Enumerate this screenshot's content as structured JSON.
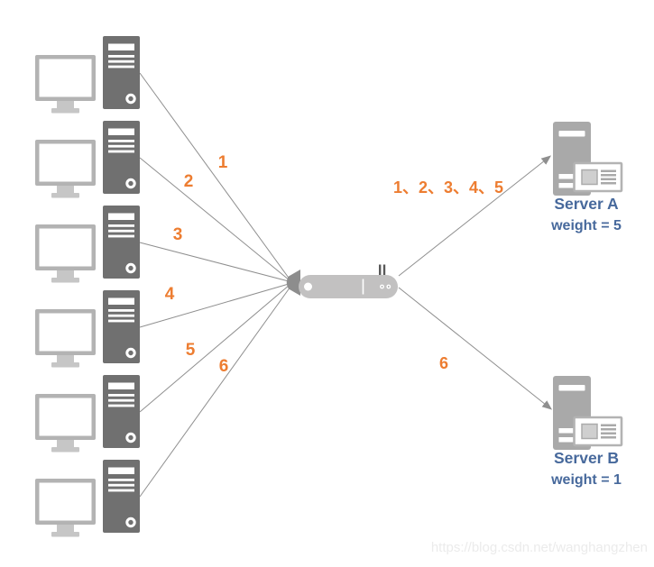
{
  "connections": [
    {
      "label": "1"
    },
    {
      "label": "2"
    },
    {
      "label": "3"
    },
    {
      "label": "4"
    },
    {
      "label": "5"
    },
    {
      "label": "6"
    }
  ],
  "flows": {
    "to_server_a_label": "1、2、3、4、5",
    "to_server_b_label": "6"
  },
  "servers": [
    {
      "name": "Server A",
      "weight": "weight = 5"
    },
    {
      "name": "Server B",
      "weight": "weight = 1"
    }
  ],
  "icons": {
    "client": "client-workstation-icon",
    "router": "router-icon",
    "server": "server-icon"
  },
  "watermark": "https://blog.csdn.net/wanghangzhen",
  "colors": {
    "connection_label": "#ED7D31",
    "server_label": "#47699c",
    "line": "#8f8f8f",
    "client_tower": "#707070",
    "router_body": "#c2c1c1",
    "server_body": "#a9a9a9"
  }
}
